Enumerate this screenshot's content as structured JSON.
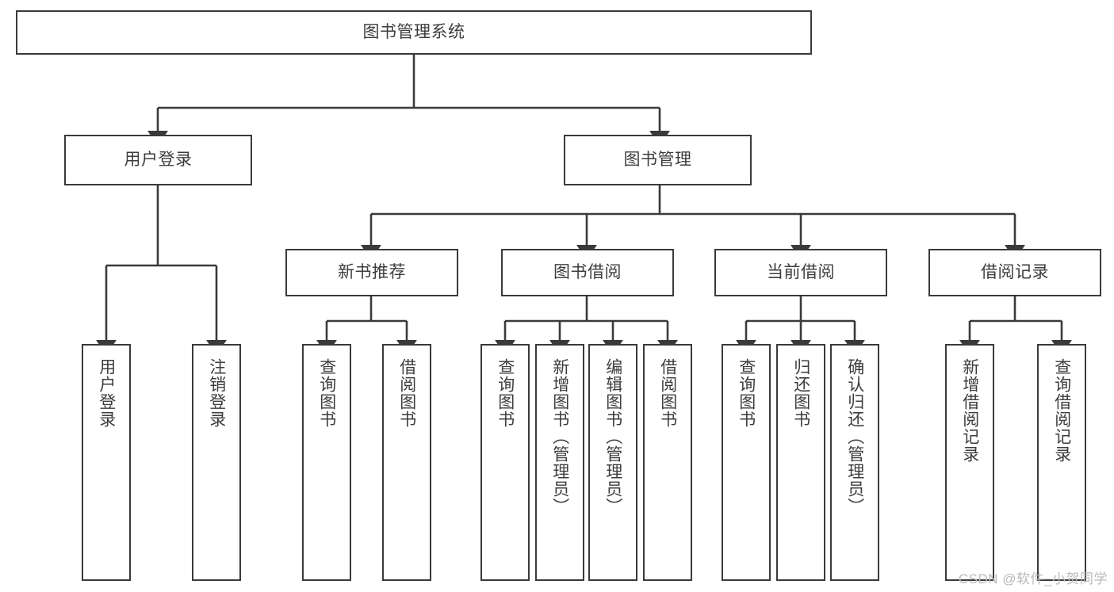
{
  "diagram": {
    "title": "图书管理系统",
    "type": "tree-hierarchy",
    "root": {
      "label": "图书管理系统"
    },
    "level2": [
      {
        "label": "用户登录"
      },
      {
        "label": "图书管理"
      }
    ],
    "level3": [
      {
        "label": "新书推荐",
        "parent": "图书管理"
      },
      {
        "label": "图书借阅",
        "parent": "图书管理"
      },
      {
        "label": "当前借阅",
        "parent": "图书管理"
      },
      {
        "label": "借阅记录",
        "parent": "图书管理"
      }
    ],
    "leaves": [
      {
        "label": "用户登录",
        "parent": "用户登录"
      },
      {
        "label": "注销登录",
        "parent": "用户登录"
      },
      {
        "label": "查询图书",
        "parent": "新书推荐"
      },
      {
        "label": "借阅图书",
        "parent": "新书推荐"
      },
      {
        "label": "查询图书",
        "parent": "图书借阅"
      },
      {
        "label": "新增图书（管理员）",
        "parent": "图书借阅"
      },
      {
        "label": "编辑图书（管理员）",
        "parent": "图书借阅"
      },
      {
        "label": "借阅图书",
        "parent": "图书借阅"
      },
      {
        "label": "查询图书",
        "parent": "当前借阅"
      },
      {
        "label": "归还图书",
        "parent": "当前借阅"
      },
      {
        "label": "确认归还（管理员）",
        "parent": "当前借阅"
      },
      {
        "label": "新增借阅记录",
        "parent": "借阅记录"
      },
      {
        "label": "查询借阅记录",
        "parent": "借阅记录"
      }
    ]
  },
  "watermark": {
    "text": "CSDN @软件_小贺同学"
  },
  "colors": {
    "stroke": "#3a3a3a",
    "text": "#3d3d3d",
    "background": "#ffffff",
    "watermark": "#b9b9b9"
  }
}
